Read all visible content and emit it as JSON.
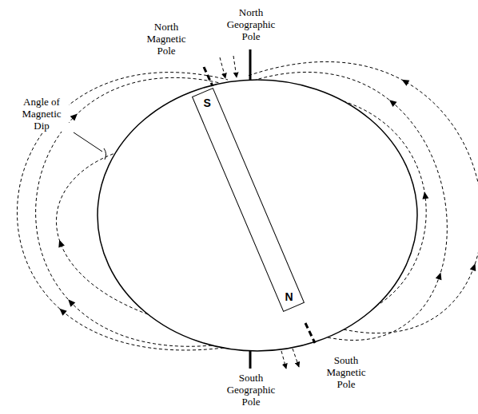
{
  "diagram": {
    "nodes": [
      {
        "text": [
          "S",
          "N"
        ]
      }
    ],
    "labels": [
      "North Magnetic Pole",
      "North Geographic Pole",
      "Angle of Magnetic Dip",
      "South Geographic Pole",
      "South Magnetic Pole"
    ]
  }
}
